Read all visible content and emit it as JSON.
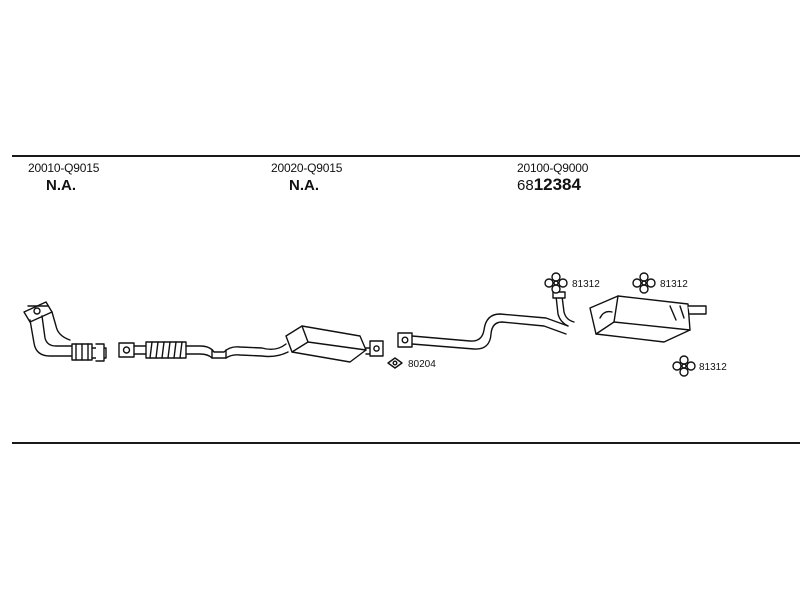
{
  "groups": [
    {
      "part_number": "20010-Q9015",
      "status": "N.A."
    },
    {
      "part_number": "20020-Q9015",
      "status": "N.A."
    },
    {
      "part_number": "20100-Q9000",
      "ref_prefix": "68",
      "ref_main": "12384"
    }
  ],
  "small_parts": {
    "gasket": "80204",
    "hanger_1": "81312",
    "hanger_2": "81312",
    "hanger_3": "81312"
  }
}
